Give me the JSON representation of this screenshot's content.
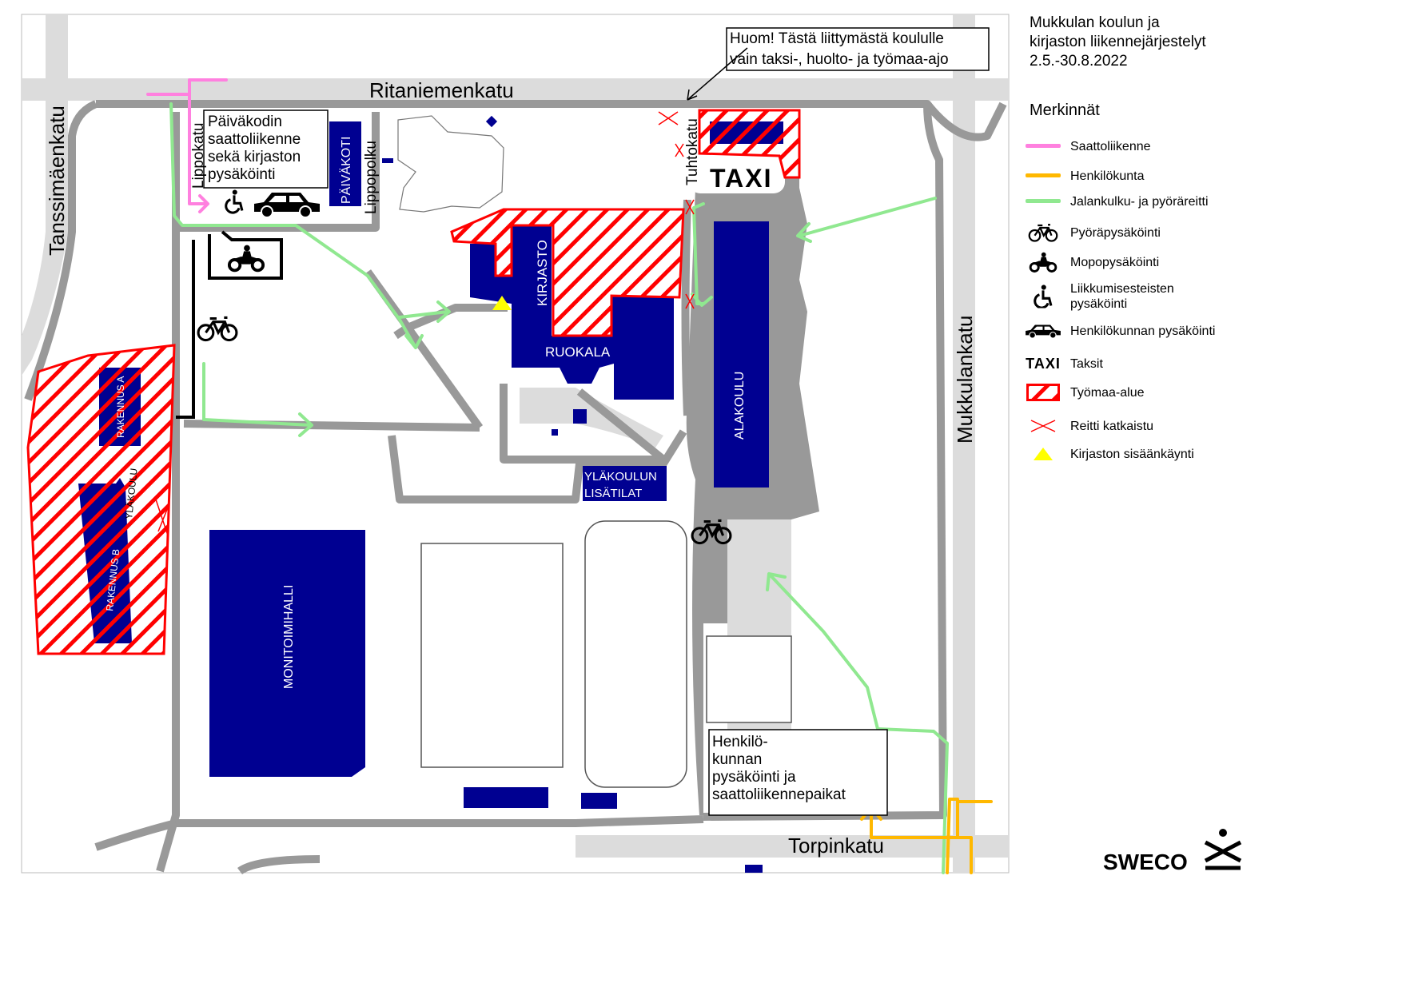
{
  "title": [
    "Mukkulan koulun ja",
    "kirjaston liikennejärjestelyt",
    "2.5.-30.8.2022"
  ],
  "legend": {
    "heading": "Merkinnät",
    "items": [
      {
        "icon": "pink-line",
        "label": "Saattoliikenne",
        "color": "#ff80df"
      },
      {
        "icon": "orange-line",
        "label": "Henkilökunta",
        "color": "#ffb800"
      },
      {
        "icon": "green-line",
        "label": "Jalankulku- ja pyöräreitti",
        "color": "#90e890"
      },
      {
        "icon": "bicycle-icon",
        "label": "Pyöräpysäköinti"
      },
      {
        "icon": "moped-icon",
        "label": "Mopopysäköinti"
      },
      {
        "icon": "wheelchair-icon",
        "label": [
          "Liikkumisesteisten",
          "pysäköinti"
        ]
      },
      {
        "icon": "car-icon",
        "label": "Henkilökunnan pysäköinti"
      },
      {
        "icon": "taxi-icon",
        "label": "Taksit",
        "symbol_text": "TAXI"
      },
      {
        "icon": "hatch-icon",
        "label": "Työmaa-alue",
        "color": "#ff0000"
      },
      {
        "icon": "cross-icon",
        "label": "Reitti katkaistu",
        "color": "#ff0000"
      },
      {
        "icon": "triangle-icon",
        "label": "Kirjaston sisäänkäynti",
        "color": "#ffff00"
      }
    ]
  },
  "streets": {
    "ritaniemenkatu": "Ritaniemenkatu",
    "tanssimaenkatu": "Tanssimäenkatu",
    "mukkulankatu": "Mukkulankatu",
    "torpinkatu": "Torpinkatu",
    "lippokatu": "Lippokatu",
    "lippopolku": "Lippopolku",
    "tuhtokatu": "Tuhtokatu"
  },
  "notes": {
    "huom": [
      "Huom! Tästä liittymästä koululle",
      "vain taksi-, huolto- ja työmaa-ajo"
    ],
    "paivakoti_note": [
      "Päiväkodin",
      "saattoliikenne",
      "sekä kirjaston",
      "pysäköinti"
    ],
    "staff_note": [
      "Henkilö-",
      "kunnan",
      "pysäköinti ja",
      "saattoliikennepaikat"
    ]
  },
  "buildings": {
    "paivakoti": "PÄIVÄKOTI",
    "kirjasto": "KIRJASTO",
    "ruokala": "RUOKALA",
    "alakoulu": "ALAKOULU",
    "ylakoulun_lisatilat": [
      "YLÄKOULUN",
      "LISÄTILAT"
    ],
    "monitoimihalli": "MONITOIMIHALLI",
    "rakennus_a": "RAKENNUS A",
    "rakennus_b": "RAKENNUS B",
    "ylakoulu": "YLÄKOULU"
  },
  "taxi": "TAXI",
  "logo": "SWECO",
  "colors": {
    "building": "#000091",
    "road": "#999999",
    "street": "#dcdcdc",
    "hatch": "#ff0000",
    "walk": "#90e890",
    "pink": "#ff80df",
    "staff": "#ffb800"
  }
}
